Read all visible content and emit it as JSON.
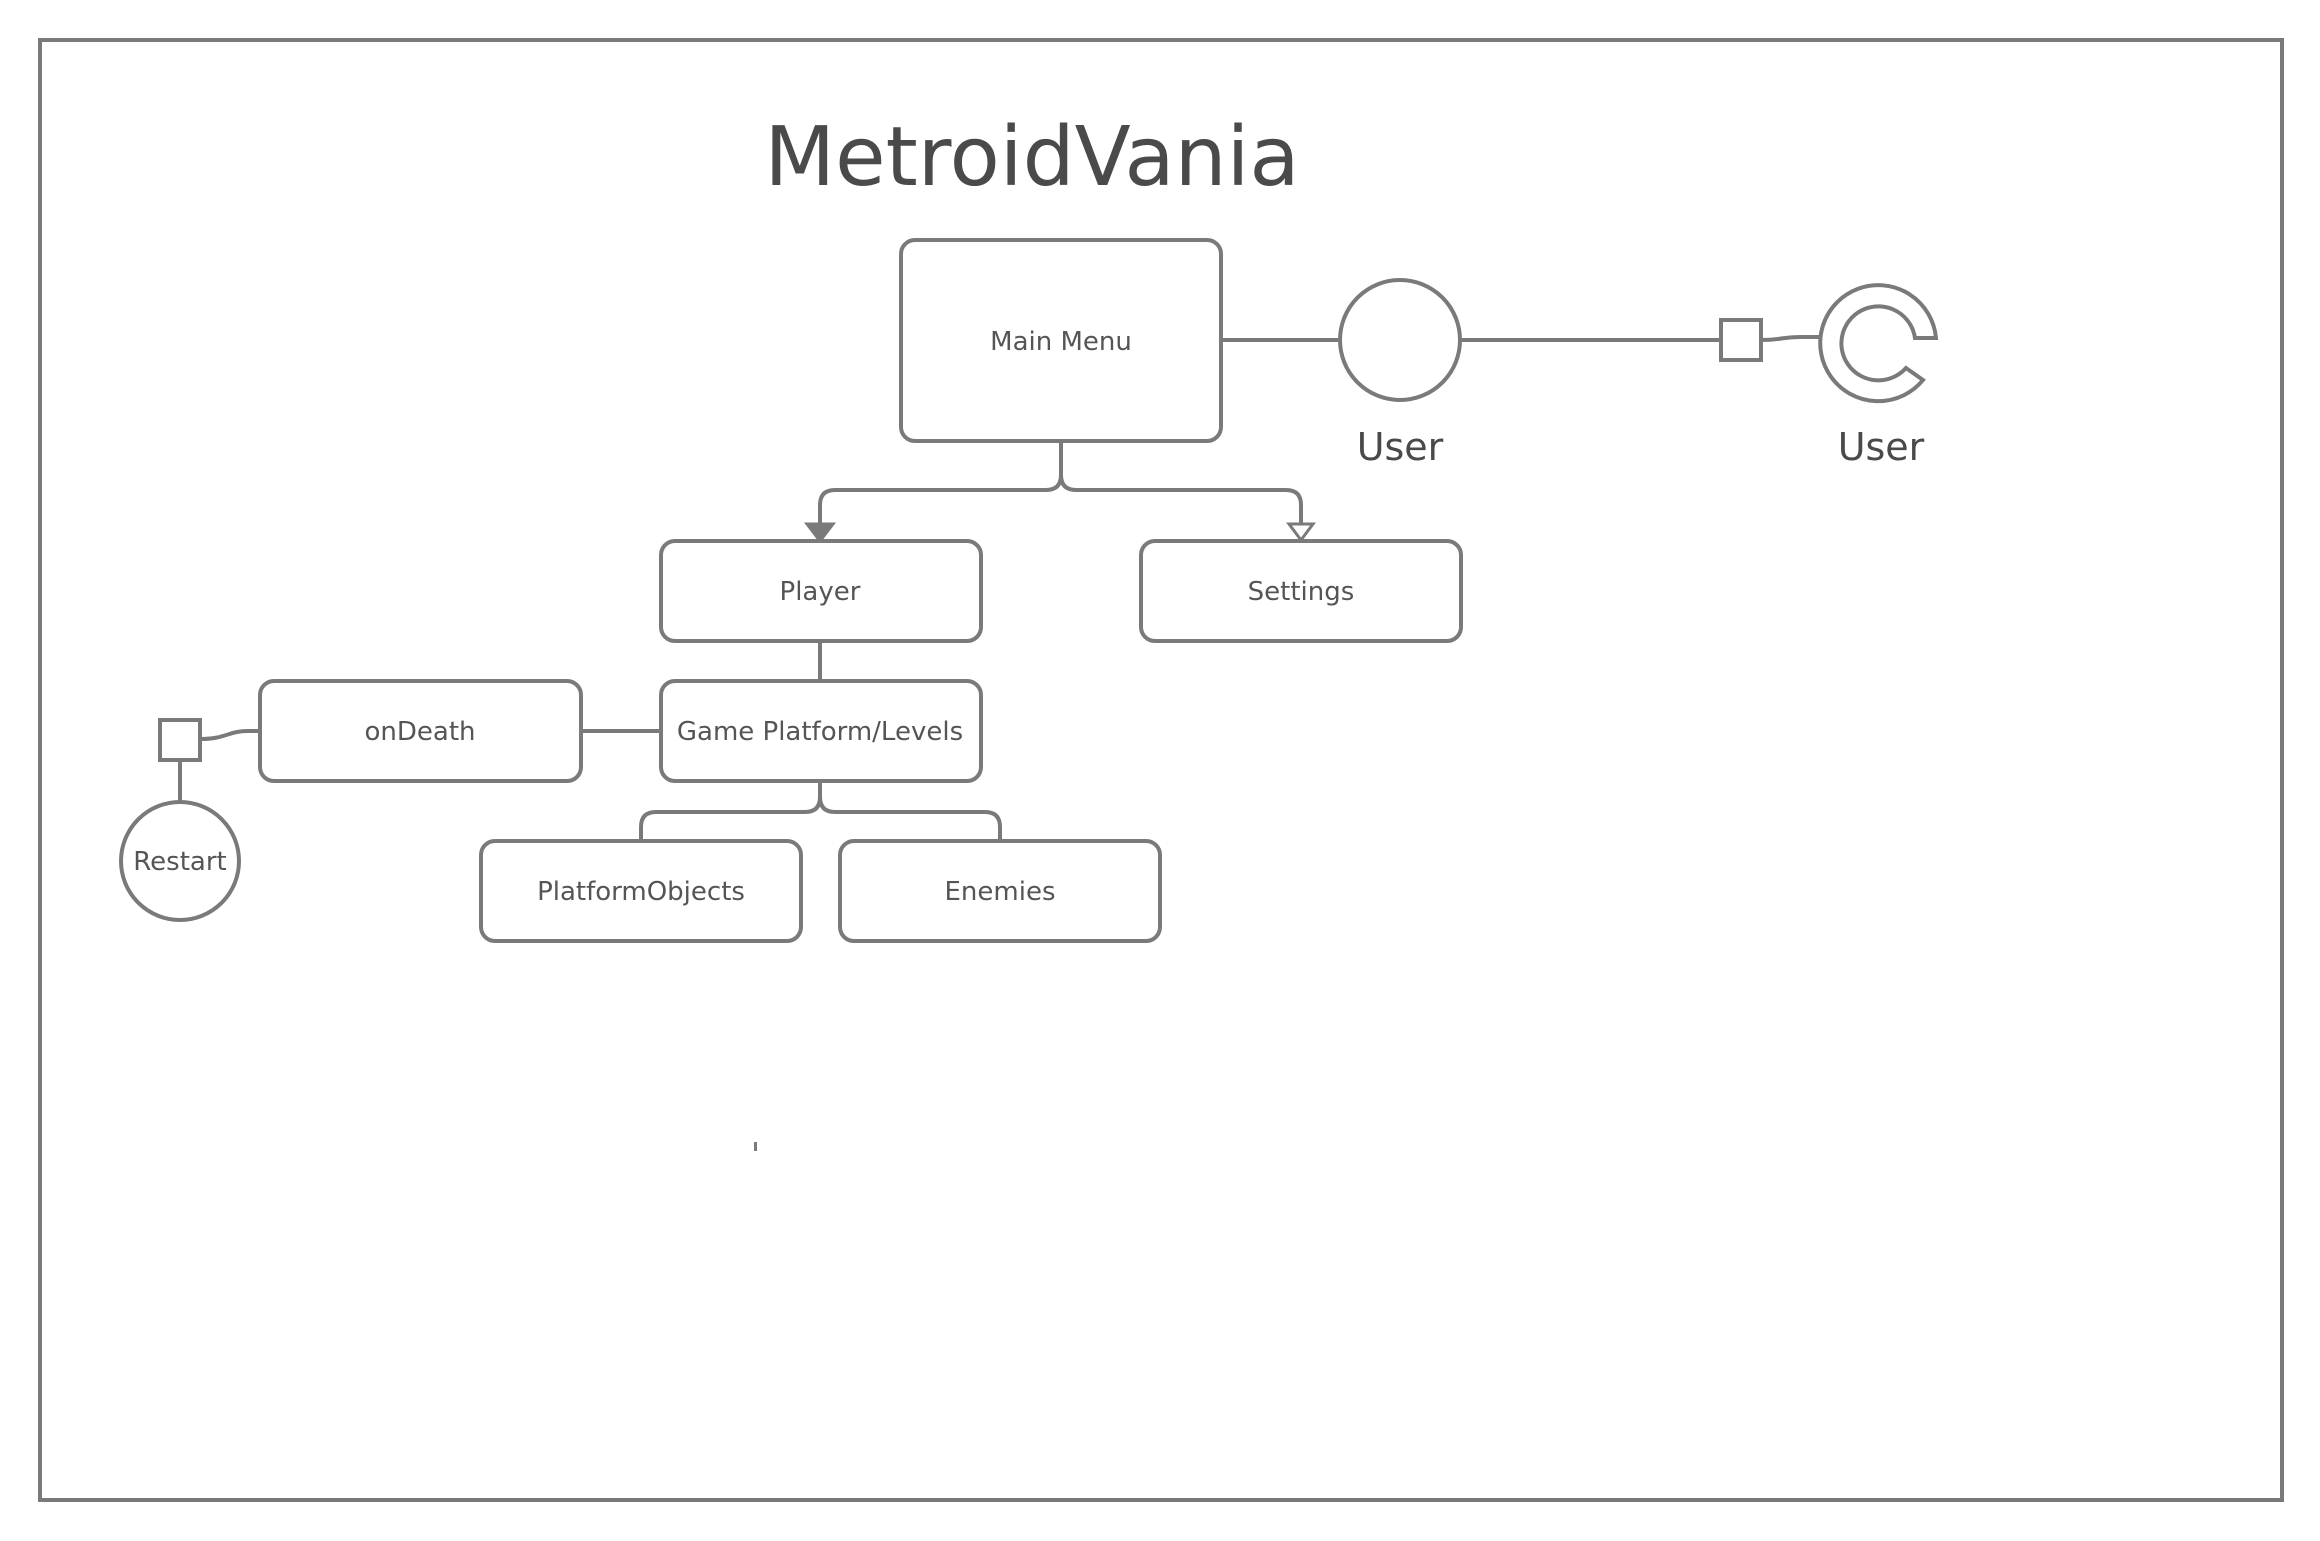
{
  "title": "MetroidVania",
  "nodes": {
    "main_menu": "Main Menu",
    "player": "Player",
    "settings": "Settings",
    "game_platform": "Game Platform/Levels",
    "on_death": "onDeath",
    "restart": "Restart",
    "platform_objects": "PlatformObjects",
    "enemies": "Enemies"
  },
  "actors": {
    "user_provided": "User",
    "user_required": "User"
  },
  "colors": {
    "stroke": "#7a7a7a",
    "text": "#4a4a4a",
    "background": "#ffffff"
  }
}
